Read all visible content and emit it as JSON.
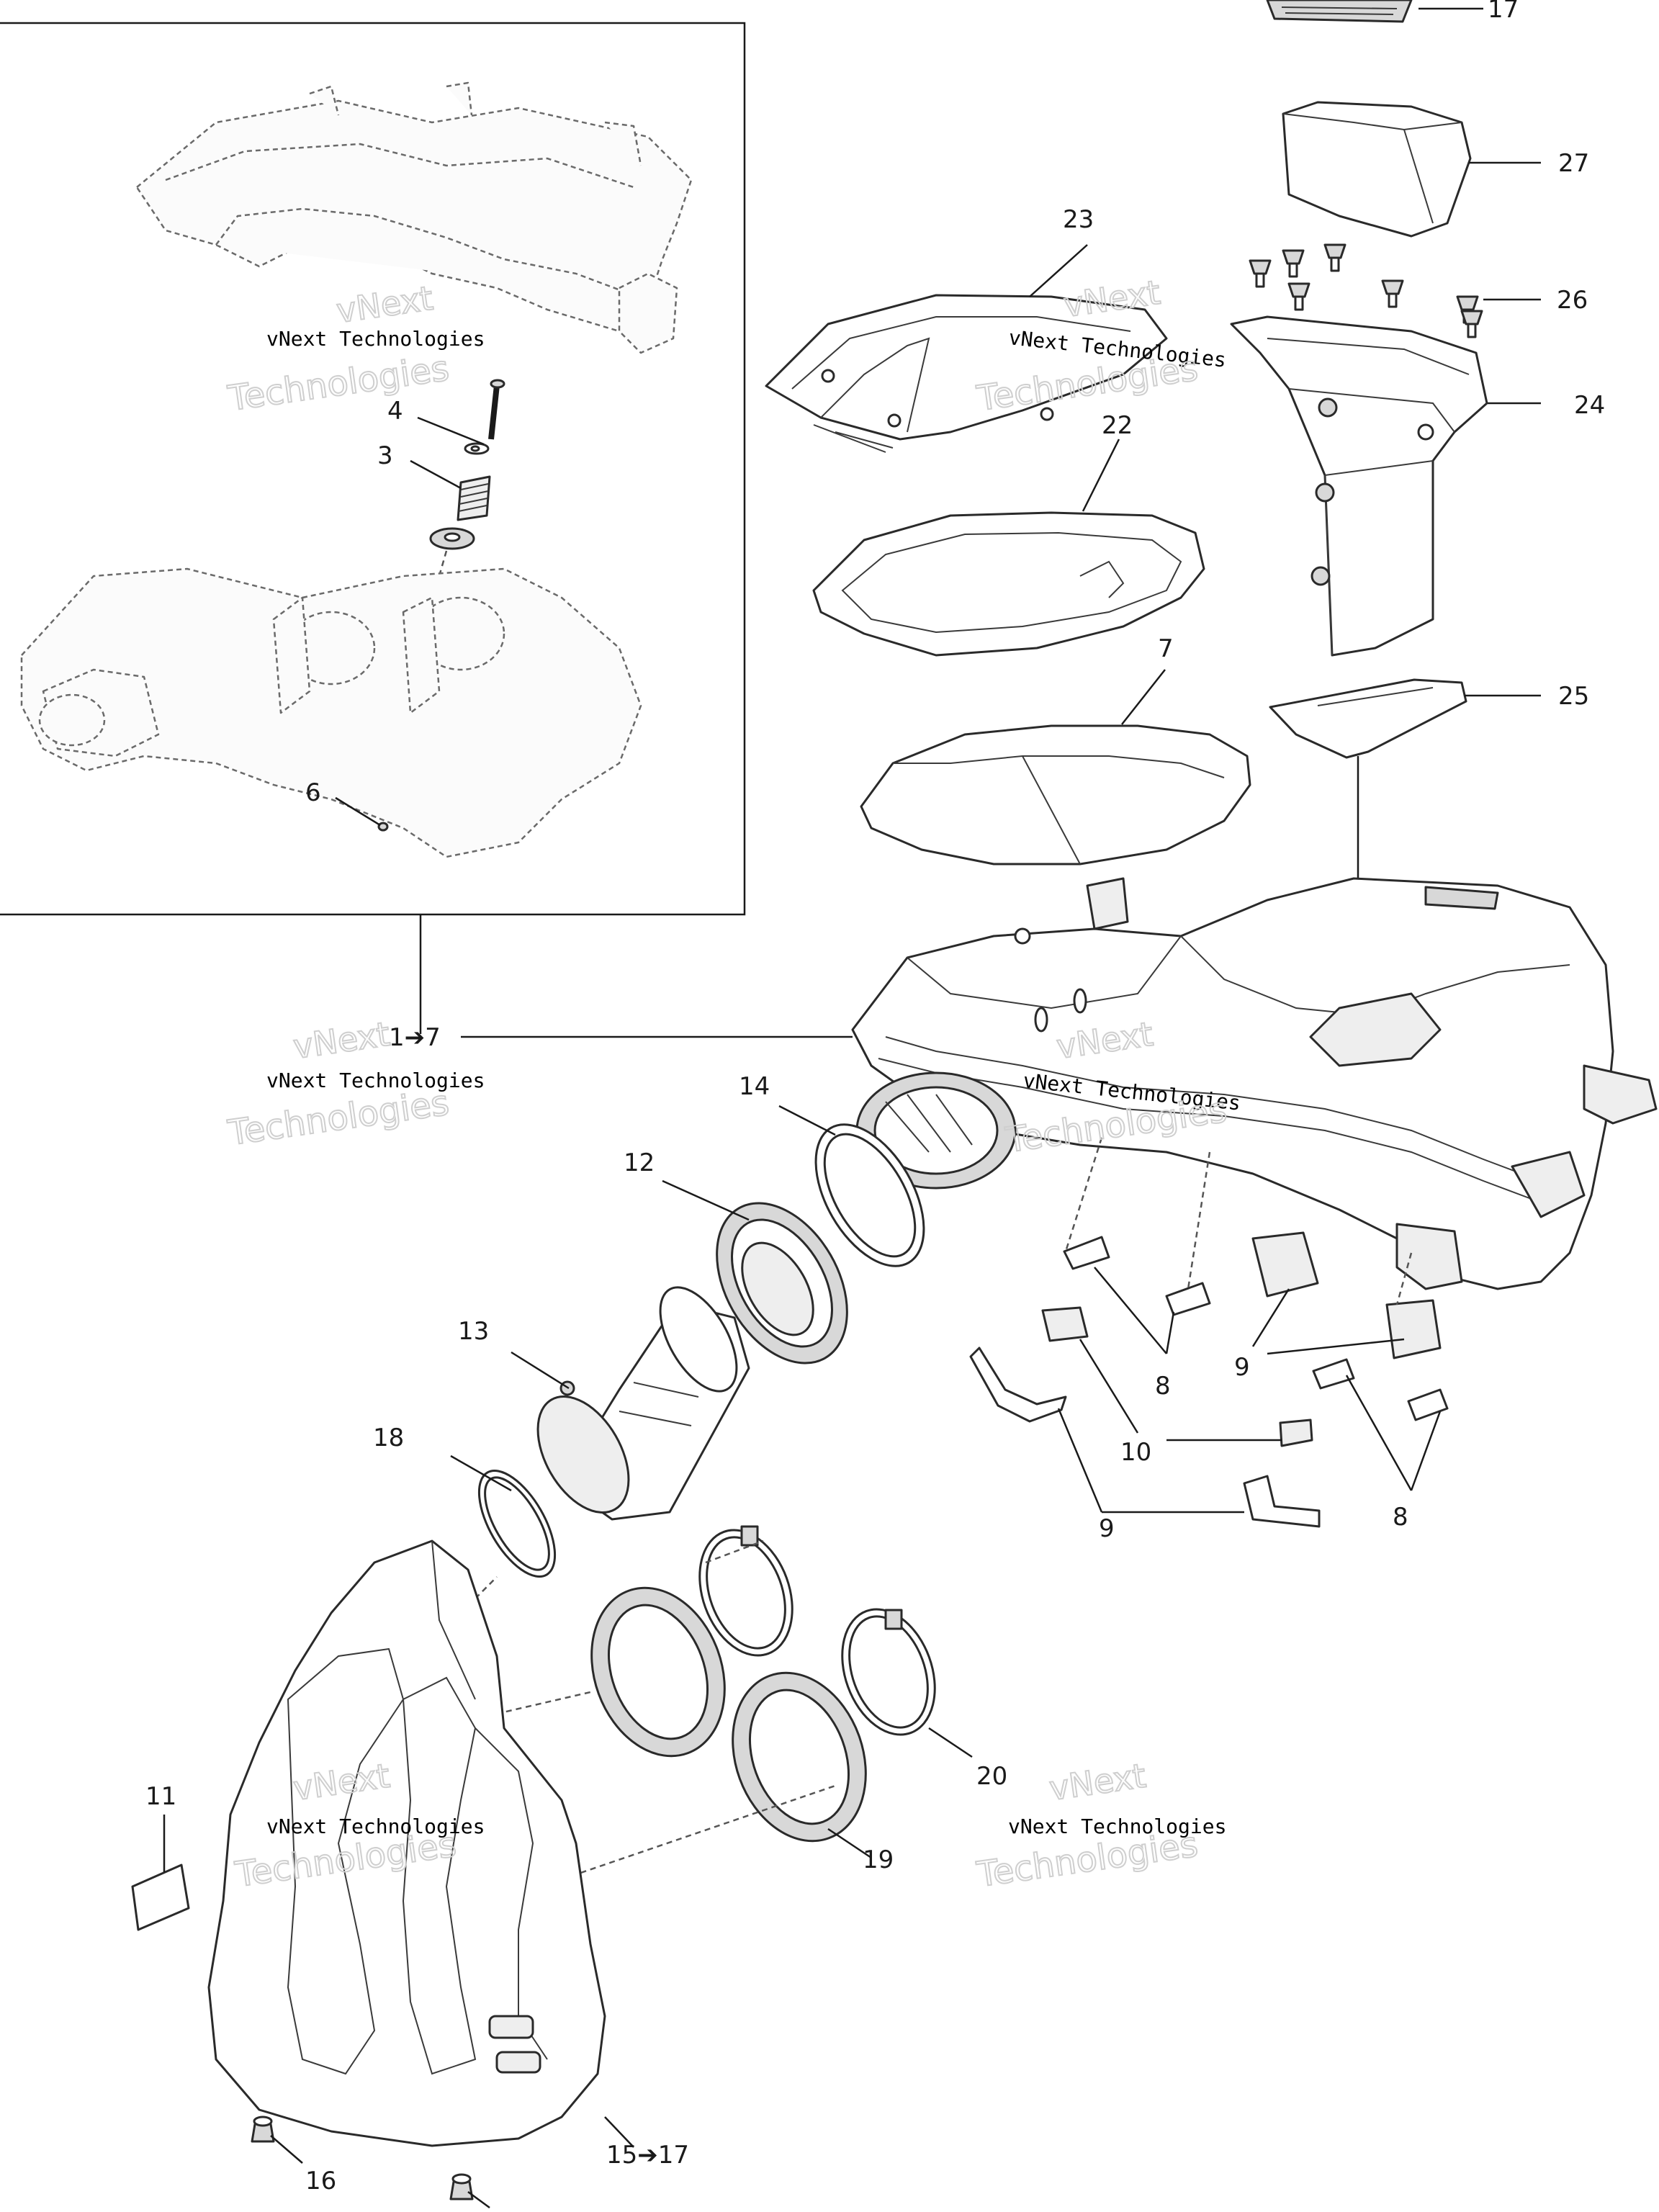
{
  "callouts": {
    "c17_top": "17",
    "c27": "27",
    "c23": "23",
    "c26": "26",
    "c24": "24",
    "c22": "22",
    "c4": "4",
    "c3": "3",
    "c7": "7",
    "c25": "25",
    "c6": "6",
    "c1_7": "1➔7",
    "c14": "14",
    "c12": "12",
    "c13": "13",
    "c8a": "8",
    "c9a": "9",
    "c10": "10",
    "c18": "18",
    "c9b": "9",
    "c8b": "8",
    "c20": "20",
    "c11": "11",
    "c19": "19",
    "c15_17": "15➔17",
    "c16": "16"
  },
  "watermarks": {
    "brand_line": "vNext Technologies",
    "brand_top": "vNext",
    "brand_bottom": "Technologies"
  }
}
